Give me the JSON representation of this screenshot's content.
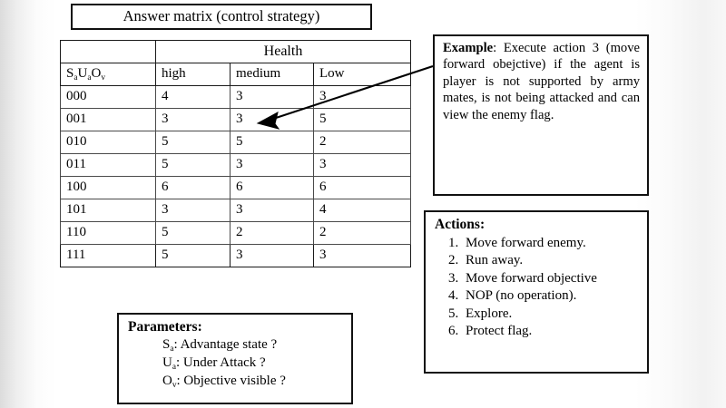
{
  "slide": {
    "title": "Answer matrix (control strategy)",
    "background_color": "#ffffff",
    "ink_color": "#000000"
  },
  "matrix": {
    "group_header": "Health",
    "state_header_parts": {
      "s": "S",
      "s_sub": "a",
      "u": "U",
      "u_sub": "a",
      "o": "O",
      "o_sub": "v"
    },
    "state_header_plain": "SaUaOv",
    "columns": [
      "high",
      "medium",
      "Low"
    ],
    "rows": [
      {
        "state": "000",
        "high": "4",
        "medium": "3",
        "low": "3"
      },
      {
        "state": "001",
        "high": "3",
        "medium": "3",
        "low": "5"
      },
      {
        "state": "010",
        "high": "5",
        "medium": "5",
        "low": "2"
      },
      {
        "state": "011",
        "high": "5",
        "medium": "3",
        "low": "3"
      },
      {
        "state": "100",
        "high": "6",
        "medium": "6",
        "low": "6"
      },
      {
        "state": "101",
        "high": "3",
        "medium": "3",
        "low": "4"
      },
      {
        "state": "110",
        "high": "5",
        "medium": "2",
        "low": "2"
      },
      {
        "state": "111",
        "high": "5",
        "medium": "3",
        "low": "3"
      }
    ]
  },
  "example": {
    "lead": "Example",
    "separator": ": ",
    "body": "Execute action 3 (move forward obejctive) if the agent is player is not supported by army mates, is not being attacked and can view the enemy flag."
  },
  "actions": {
    "lead": "Actions:",
    "items": [
      "Move forward enemy.",
      "Run away.",
      "Move forward objective",
      "NOP (no operation).",
      "Explore.",
      "Protect flag."
    ]
  },
  "parameters": {
    "lead": "Parameters:",
    "items": [
      {
        "symbol": "S",
        "subscript": "a",
        "description": ": Advantage state ?"
      },
      {
        "symbol": "U",
        "subscript": "a",
        "description": ":  Under Attack ?"
      },
      {
        "symbol": "O",
        "subscript": "v",
        "description": ":  Objective visible ?"
      }
    ]
  },
  "annotation": {
    "arrow_name": "example-to-cell-arrow",
    "arrow_from": "example-box-left-edge",
    "arrow_to": "row-001-medium-cell",
    "arrow_color": "#000000"
  }
}
